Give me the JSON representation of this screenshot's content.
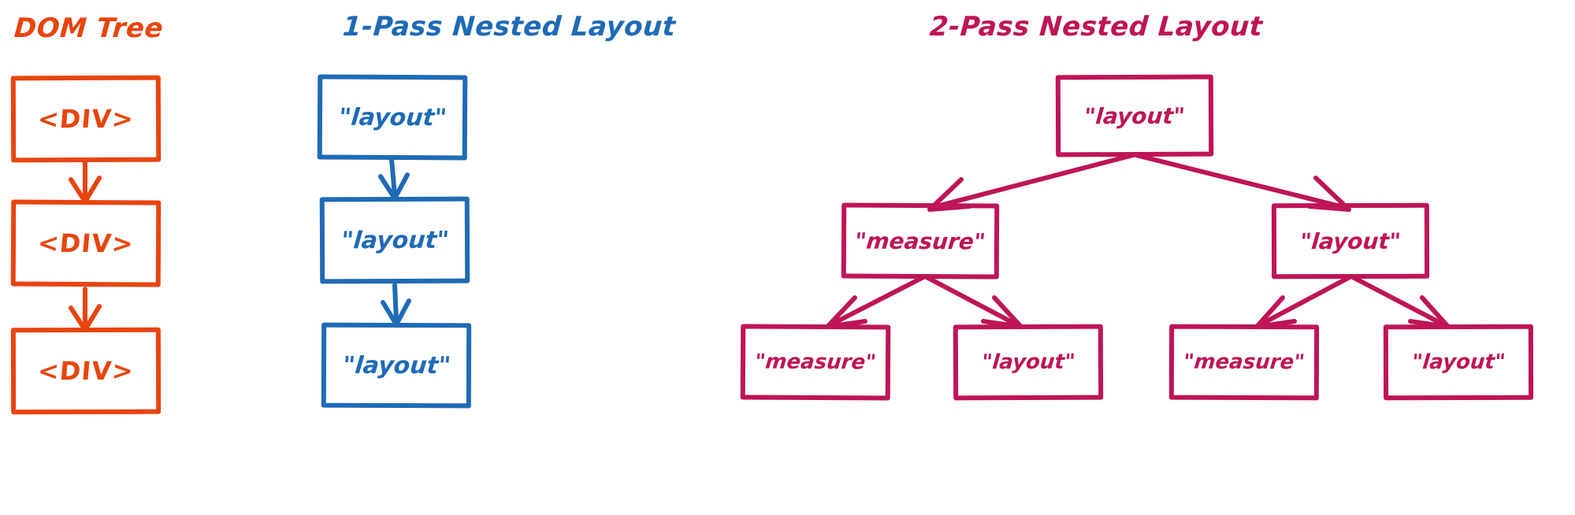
{
  "diagram": {
    "background": "#FFFFFF",
    "palette": {
      "dom_tree": "#E8450F",
      "one_pass": "#1F6BB5",
      "two_pass": "#BE1556"
    },
    "columns": [
      {
        "id": "dom-tree",
        "heading": "DOM Tree",
        "color": "#E8450F",
        "nodes": [
          {
            "id": "dom-1",
            "label": "<DIV>"
          },
          {
            "id": "dom-2",
            "label": "<DIV>"
          },
          {
            "id": "dom-3",
            "label": "<DIV>"
          }
        ],
        "edges": [
          {
            "from": "dom-1",
            "to": "dom-2",
            "style": "arrow-down"
          },
          {
            "from": "dom-2",
            "to": "dom-3",
            "style": "arrow-down"
          }
        ]
      },
      {
        "id": "one-pass-nested-layout",
        "heading": "1-Pass Nested Layout",
        "color": "#1F6BB5",
        "nodes": [
          {
            "id": "one-1",
            "label": "\"layout\""
          },
          {
            "id": "one-2",
            "label": "\"layout\""
          },
          {
            "id": "one-3",
            "label": "\"layout\""
          }
        ],
        "edges": [
          {
            "from": "one-1",
            "to": "one-2",
            "style": "arrow-down"
          },
          {
            "from": "one-2",
            "to": "one-3",
            "style": "arrow-down"
          }
        ]
      },
      {
        "id": "two-pass-nested-layout",
        "heading": "2-Pass Nested Layout",
        "color": "#BE1556",
        "nodes": [
          {
            "id": "two-root",
            "label": "\"layout\"",
            "level": 0
          },
          {
            "id": "two-mid-l",
            "label": "\"measure\"",
            "level": 1
          },
          {
            "id": "two-mid-r",
            "label": "\"layout\"",
            "level": 1
          },
          {
            "id": "two-leaf-1",
            "label": "\"measure\"",
            "level": 2
          },
          {
            "id": "two-leaf-2",
            "label": "\"layout\"",
            "level": 2
          },
          {
            "id": "two-leaf-3",
            "label": "\"measure\"",
            "level": 2
          },
          {
            "id": "two-leaf-4",
            "label": "\"layout\"",
            "level": 2
          }
        ],
        "edges": [
          {
            "from": "two-root",
            "to": "two-mid-l",
            "style": "arrow-diagonal"
          },
          {
            "from": "two-root",
            "to": "two-mid-r",
            "style": "arrow-diagonal"
          },
          {
            "from": "two-mid-l",
            "to": "two-leaf-1",
            "style": "arrow-diagonal"
          },
          {
            "from": "two-mid-l",
            "to": "two-leaf-2",
            "style": "arrow-diagonal"
          },
          {
            "from": "two-mid-r",
            "to": "two-leaf-3",
            "style": "arrow-diagonal"
          },
          {
            "from": "two-mid-r",
            "to": "two-leaf-4",
            "style": "arrow-diagonal"
          }
        ]
      }
    ]
  }
}
